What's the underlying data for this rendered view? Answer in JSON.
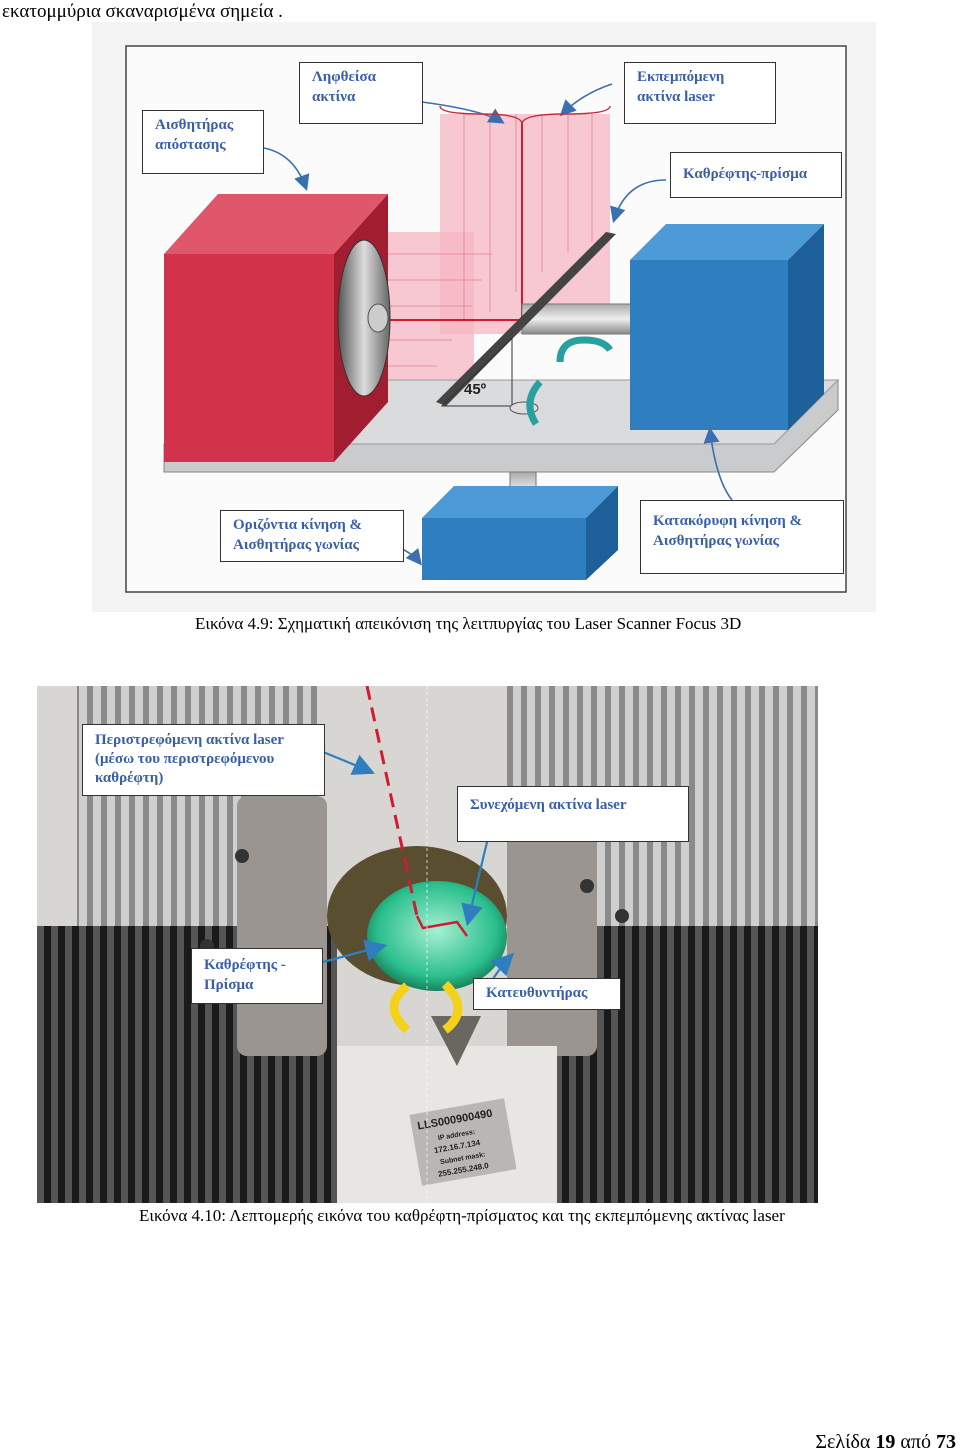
{
  "page": {
    "top_line": "εκατομμύρια σκαναρισμένα σημεία .",
    "footer": {
      "prefix": "Σελίδα",
      "current": "19",
      "middle": "από",
      "total": "73"
    }
  },
  "figure1": {
    "caption": "Εικόνα 4.9: Σχηματική απεικόνιση της λειτπυργίας του Laser Scanner Focus 3D",
    "labels": {
      "distance_sensor_l1": "Αισθητήρας",
      "distance_sensor_l2": "απόστασης",
      "received_beam_l1": "Ληφθείσα",
      "received_beam_l2": "ακτίνα",
      "emitted_beam_l1": "Εκπεμπόμενη",
      "emitted_beam_l2": "ακτίνα laser",
      "mirror_prism": "Καθρέφτης-πρίσμα",
      "angle": "45º",
      "horizontal_l1": "Οριζόντια κίνηση &",
      "horizontal_l2": "Αισθητήρας γωνίας",
      "vertical_l1": "Κατακόρυφη κίνηση &",
      "vertical_l2": "Αισθητήρας γωνίας"
    }
  },
  "figure2": {
    "caption": "Εικόνα 4.10: Λεπτομερής εικόνα του καθρέφτη-πρίσματος και της εκπεμπόμενης ακτίνας laser",
    "labels": {
      "rotating_l1": "Περιστρεφόμενη ακτίνα laser",
      "rotating_l2": "(μέσω του περιστρεφόμενου",
      "rotating_l3": "καθρέφτη)",
      "continuous": "Συνεχόμενη ακτίνα laser",
      "mirror_l1": "Καθρέφτης -",
      "mirror_l2": "Πρίσμα",
      "director": "Κατευθυντήρας"
    },
    "plate_text": {
      "serial": "LLS000900490",
      "l1": "IP address:",
      "l2": "172.16.7.134",
      "l3": "Subnet mask:",
      "l4": "255.255.248.0"
    }
  },
  "colors": {
    "red_box": "#d3334a",
    "blue_box": "#2f7fc0",
    "pink_beam": "#f5b7c3",
    "label_text": "#3a5fa8",
    "arrow_blue": "#2f7fc0"
  }
}
